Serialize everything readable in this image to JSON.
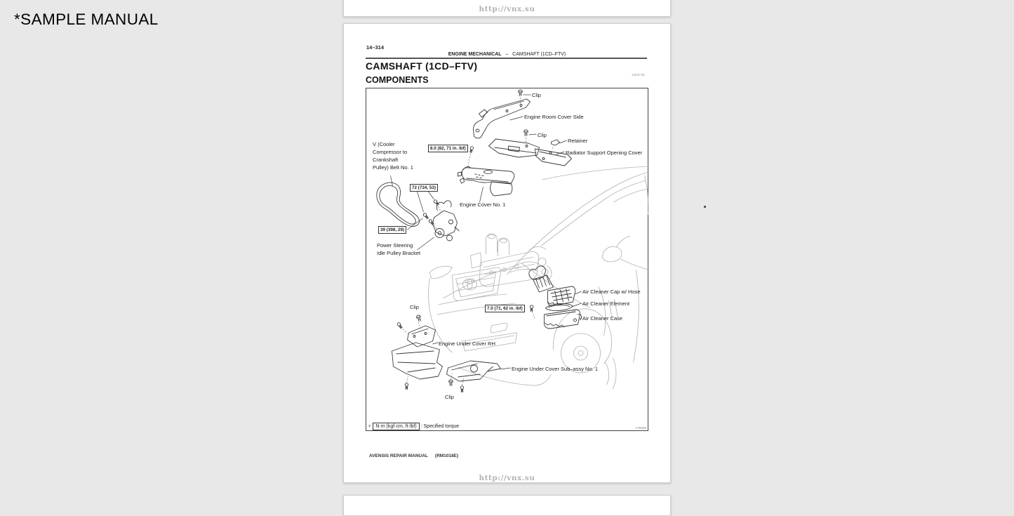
{
  "background": {
    "sample_label": "*SAMPLE MANUAL"
  },
  "watermark": "http://vnx.su",
  "page": {
    "page_number": "14–314",
    "running_header": {
      "section": "ENGINE MECHANICAL",
      "separator": "–",
      "topic": "CAMSHAFT (1CD–FTV)"
    },
    "title": "CAMSHAFT (1CD–FTV)",
    "revision_code": "14CD–01",
    "subtitle": "COMPONENTS",
    "footer": {
      "manual_name": "AVENSIS REPAIR MANUAL",
      "manual_code": "(RM1018E)"
    }
  },
  "figure": {
    "figure_code": "A79426",
    "legend": {
      "axis_letter": "Y",
      "torque_symbol": "N·m (kgf·cm, ft·lbf)",
      "description": ": Specified torque"
    },
    "labels": [
      {
        "text": "Clip"
      },
      {
        "text": "Engine Room Cover Side"
      },
      {
        "text": "Clip"
      },
      {
        "text": "Retainer"
      },
      {
        "text": "Radiator Support Opening Cover"
      },
      {
        "text": "V (Cooler\nCompressor to\nCrankshaft\nPulley) Belt No. 1"
      },
      {
        "text": "Engine Cover No. 1"
      },
      {
        "text": "Power Steering\nIdle Pulley Bracket"
      },
      {
        "text": "Air Cleaner Cap w/ Hose"
      },
      {
        "text": "Air Cleaner Element"
      },
      {
        "text": "Air Cleaner Case"
      },
      {
        "text": "Clip"
      },
      {
        "text": "Engine Under Cover RH"
      },
      {
        "text": "Engine Under Cover Sub–assy No. 1"
      },
      {
        "text": "Clip"
      }
    ],
    "torque_specs": [
      {
        "text": "8.0 (82, 71 in. lbf)"
      },
      {
        "text": "72 (734, 53)"
      },
      {
        "text": "39 (398, 29)"
      },
      {
        "text": "7.0 (71, 62 in. lbf)"
      }
    ]
  }
}
